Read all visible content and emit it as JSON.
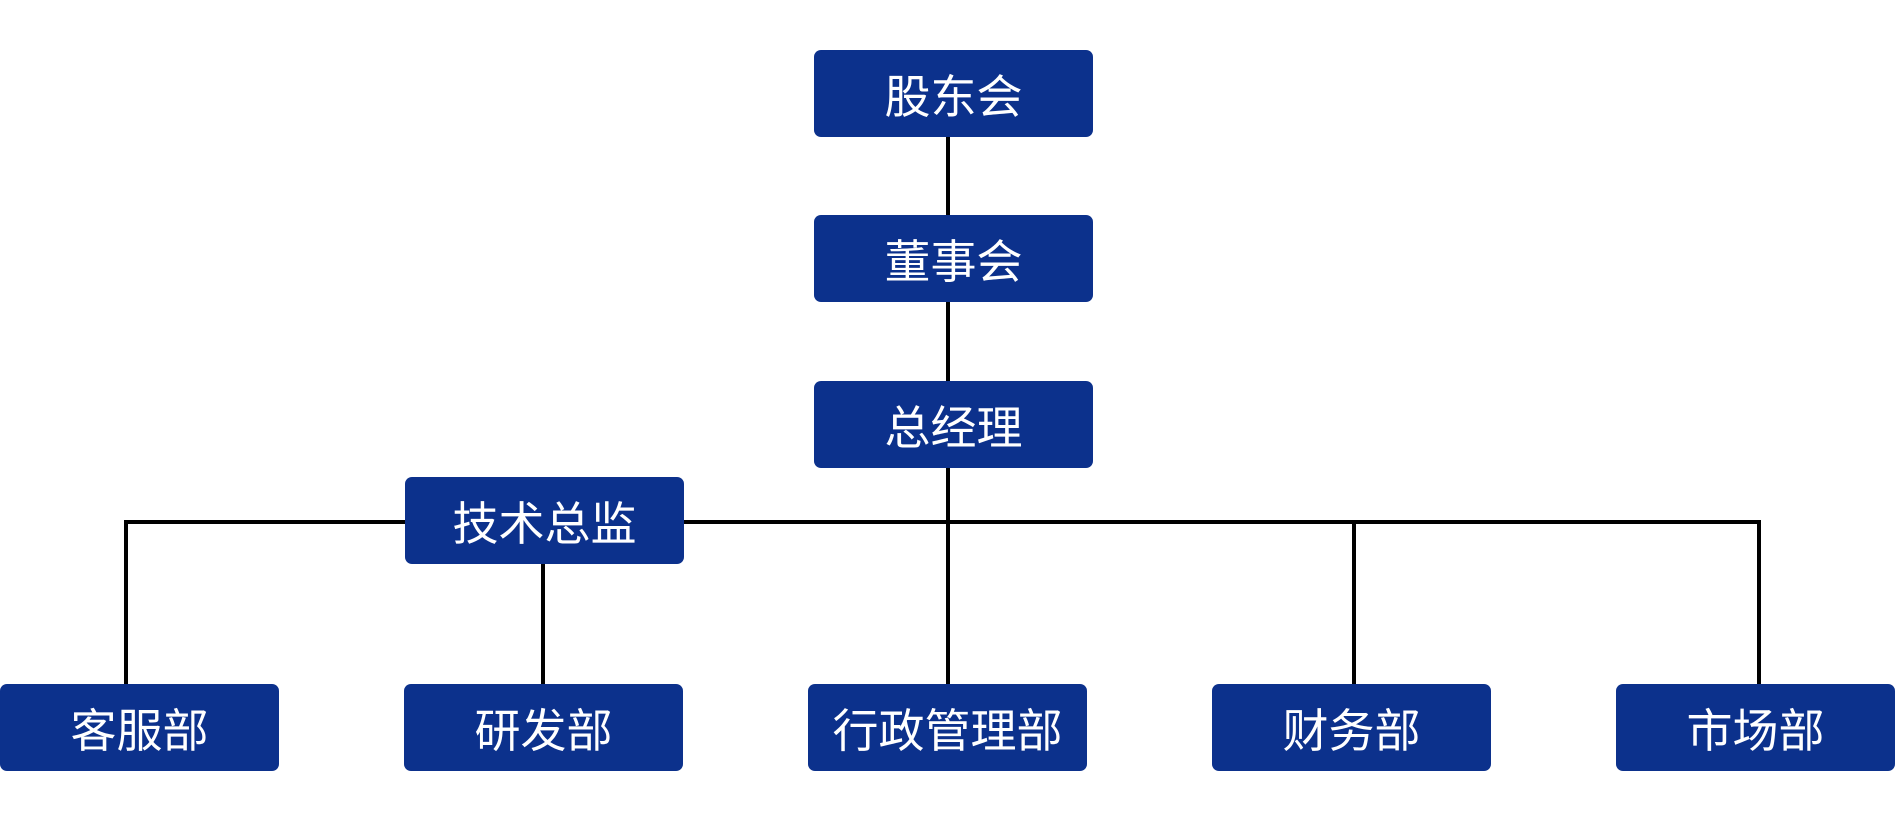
{
  "colors": {
    "node_fill": "#0c318c",
    "node_text": "#ffffff",
    "connector": "#000000",
    "background": "#ffffff"
  },
  "org_chart": {
    "shareholders": "股东会",
    "board": "董事会",
    "general_manager": "总经理",
    "technical_director": "技术总监",
    "departments": {
      "customer_service": "客服部",
      "rnd": "研发部",
      "administration": "行政管理部",
      "finance": "财务部",
      "marketing": "市场部"
    }
  }
}
